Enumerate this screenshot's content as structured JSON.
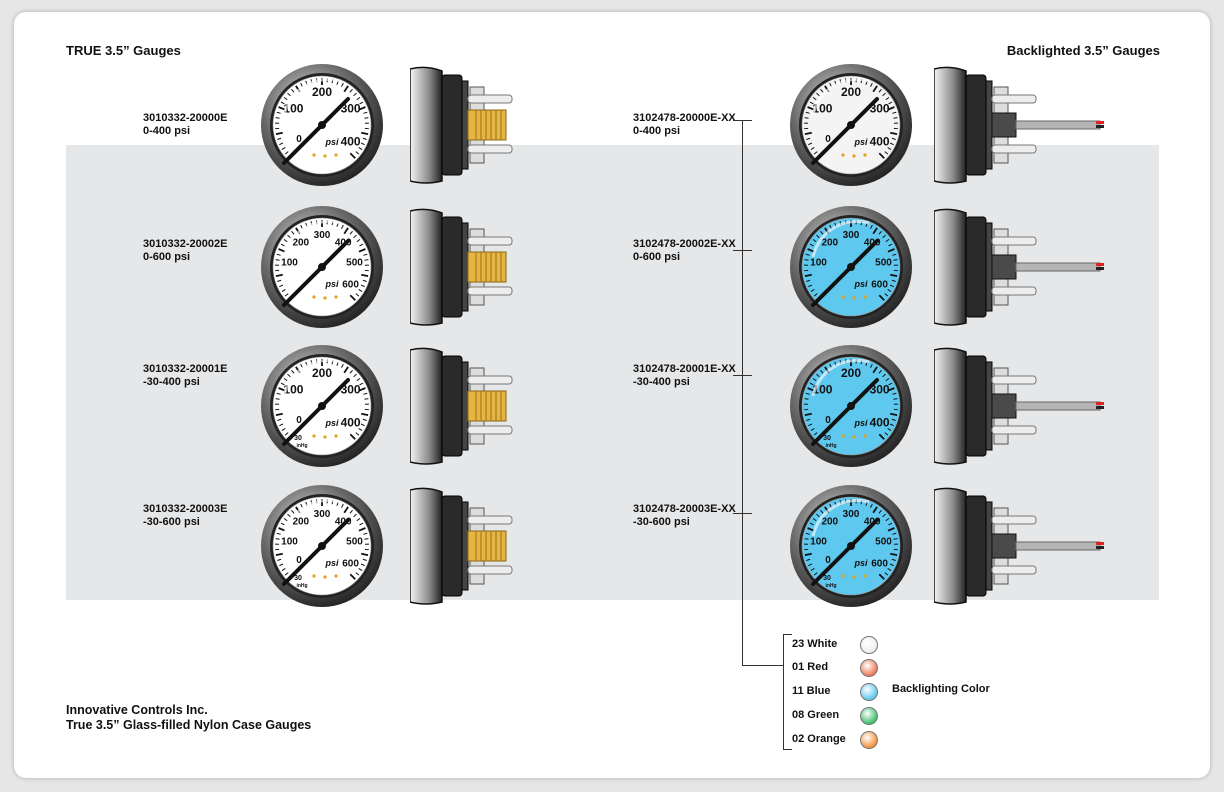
{
  "headers": {
    "left": "TRUE 3.5” Gauges",
    "right": "Backlighted 3.5” Gauges"
  },
  "true_gauges": [
    {
      "part": "3010332-20000E",
      "range": "0-400 psi",
      "ticks": [
        "100",
        "200",
        "300",
        "400"
      ],
      "zero": "0",
      "vac": "",
      "hg": "",
      "unit": "psi",
      "face": "#ffffff"
    },
    {
      "part": "3010332-20002E",
      "range": "0-600 psi",
      "ticks": [
        "100",
        "200",
        "300",
        "400",
        "500",
        "600"
      ],
      "zero": "",
      "vac": "",
      "hg": "",
      "unit": "psi",
      "face": "#ffffff"
    },
    {
      "part": "3010332-20001E",
      "range": "-30-400 psi",
      "ticks": [
        "100",
        "200",
        "300",
        "400"
      ],
      "zero": "0",
      "vac": "30",
      "hg": "inHg",
      "unit": "psi",
      "face": "#ffffff"
    },
    {
      "part": "3010332-20003E",
      "range": "-30-600 psi",
      "ticks": [
        "100",
        "200",
        "300",
        "400",
        "500",
        "600"
      ],
      "zero": "0",
      "vac": "30",
      "hg": "inHg",
      "unit": "psi",
      "face": "#ffffff"
    }
  ],
  "backlit_gauges": [
    {
      "part": "3102478-20000E-XX",
      "range": "0-400 psi",
      "ticks": [
        "100",
        "200",
        "300",
        "400"
      ],
      "zero": "0",
      "vac": "",
      "hg": "",
      "unit": "psi",
      "face": "#f4f4f4"
    },
    {
      "part": "3102478-20002E-XX",
      "range": "0-600 psi",
      "ticks": [
        "100",
        "200",
        "300",
        "400",
        "500",
        "600"
      ],
      "zero": "",
      "vac": "",
      "hg": "",
      "unit": "psi",
      "face": "#5fc8ee"
    },
    {
      "part": "3102478-20001E-XX",
      "range": "-30-400 psi",
      "ticks": [
        "100",
        "200",
        "300",
        "400"
      ],
      "zero": "0",
      "vac": "30",
      "hg": "inHg",
      "unit": "psi",
      "face": "#5fc8ee"
    },
    {
      "part": "3102478-20003E-XX",
      "range": "-30-600 psi",
      "ticks": [
        "100",
        "200",
        "300",
        "400",
        "500",
        "600"
      ],
      "zero": "0",
      "vac": "30",
      "hg": "inHg",
      "unit": "psi",
      "face": "#5fc8ee"
    }
  ],
  "colors": [
    {
      "code": "23 White",
      "hex": "#eeeeee"
    },
    {
      "code": "01 Red",
      "hex": "#ef7a5a"
    },
    {
      "code": "11 Blue",
      "hex": "#5fc8ee"
    },
    {
      "code": "08 Green",
      "hex": "#3fbf6f"
    },
    {
      "code": "02 Orange",
      "hex": "#f5923a"
    }
  ],
  "backlight_label": "Backlighting Color",
  "footer": {
    "company": "Innovative Controls Inc.",
    "product": "True 3.5” Glass-filled Nylon Case Gauges"
  }
}
